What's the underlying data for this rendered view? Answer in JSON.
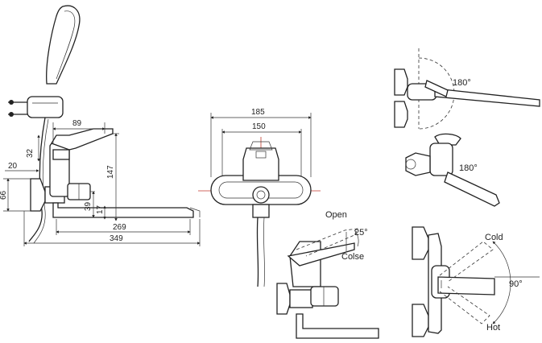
{
  "dimensions": {
    "d89": "89",
    "d32": "32",
    "d20": "20",
    "d66": "66",
    "d147": "147",
    "d39": "39",
    "d17": "17",
    "d269": "269",
    "d349": "349",
    "d185": "185",
    "d150": "150"
  },
  "labels": {
    "open": "Open",
    "colse": "Colse",
    "angle_25": "25°",
    "cold": "Cold",
    "hot": "Hot",
    "angle_90": "90°",
    "angle_180_top": "180°",
    "angle_180_mid": "180°"
  },
  "colors": {
    "line": "#222222",
    "centerline": "#c0392b"
  }
}
